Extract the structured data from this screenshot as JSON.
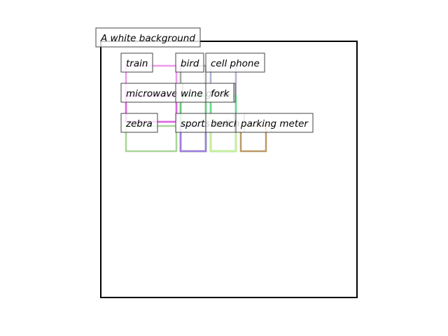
{
  "caption": "A white background",
  "boxes": [
    {
      "label": "train",
      "color": "#ee99ee"
    },
    {
      "label": "microwave",
      "color": "#dd66dd"
    },
    {
      "label": "zebra",
      "color": "#aad499"
    },
    {
      "label": "bird",
      "color": "#aaaaaa"
    },
    {
      "label": "wine glass",
      "color": "#66cc77"
    },
    {
      "label": "sports ball",
      "color": "#a07de0"
    },
    {
      "label": "cell phone",
      "color": "#b0b4d4"
    },
    {
      "label": "fork",
      "color": "#66dd88"
    },
    {
      "label": "bench",
      "color": "#c8ee99"
    },
    {
      "label": "parking meter",
      "color": "#bb9966"
    }
  ]
}
